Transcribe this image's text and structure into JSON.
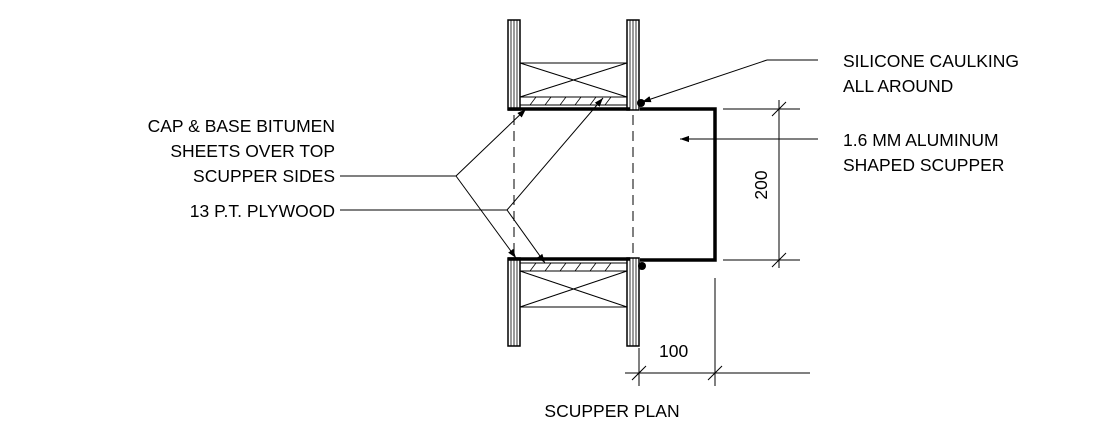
{
  "drawing": {
    "title": "SCUPPER PLAN",
    "callouts": {
      "caulking": [
        "SILICONE CAULKING",
        "ALL AROUND"
      ],
      "scupper": [
        "1.6 MM ALUMINUM",
        "SHAPED SCUPPER"
      ],
      "bitumen": [
        "CAP & BASE BITUMEN",
        "SHEETS OVER TOP",
        "SCUPPER SIDES"
      ],
      "plywood": "13 P.T. PLYWOOD"
    },
    "dimensions": {
      "height": "200",
      "depth": "100"
    }
  }
}
